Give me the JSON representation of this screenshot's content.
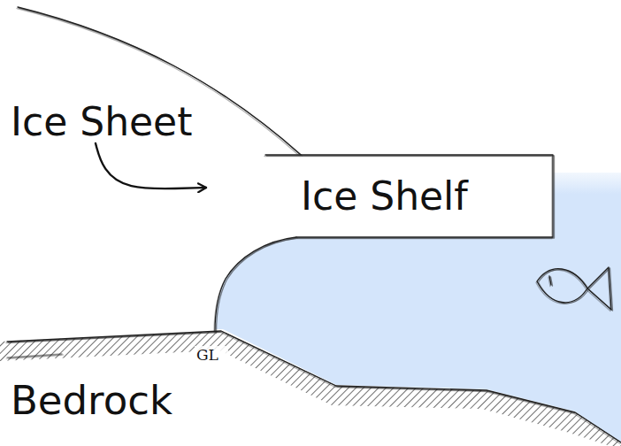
{
  "diagram": {
    "nodes": [
      {
        "text": [
          "Ice Sheet"
        ]
      },
      {
        "text": [
          "Ice Shelf"
        ]
      }
    ],
    "edges": [
      {
        "from": 0,
        "to": 1,
        "arrow": "to"
      }
    ],
    "labels": [
      "GL",
      "Bedrock"
    ]
  }
}
